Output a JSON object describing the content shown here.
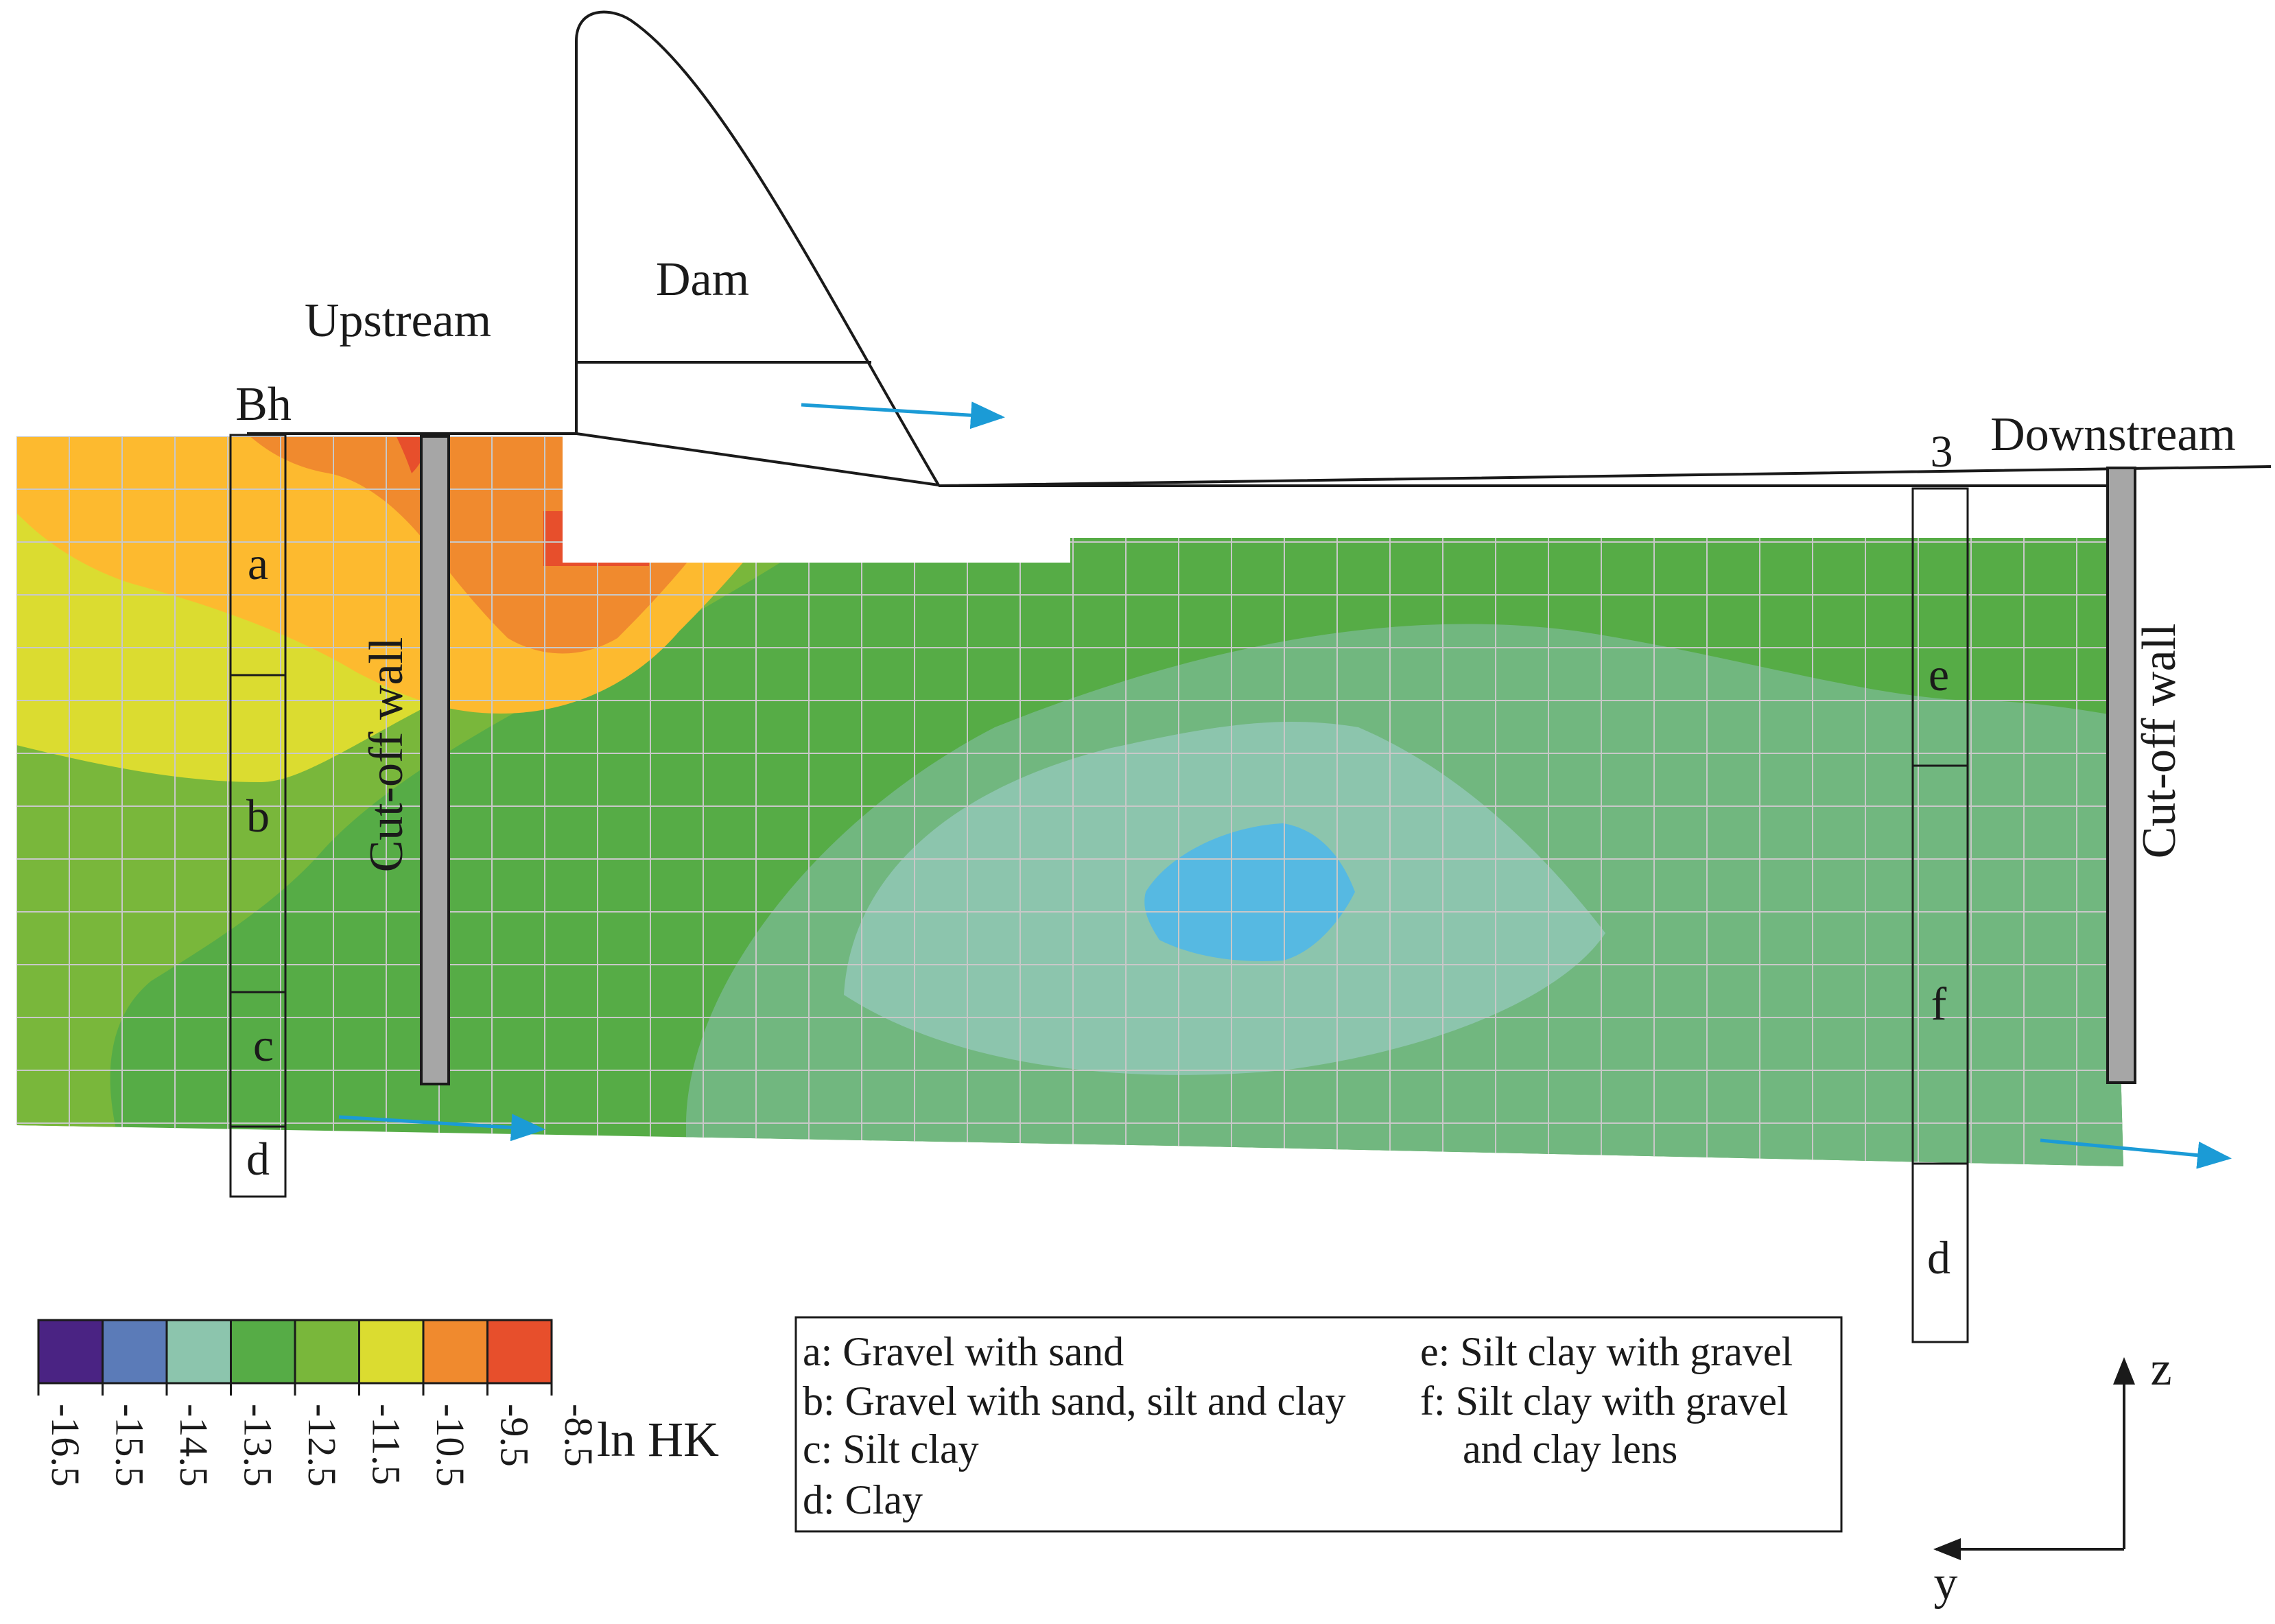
{
  "labels": {
    "dam": "Dam",
    "upstream": "Upstream",
    "downstream": "Downstream",
    "borehole_bh": "Bh",
    "borehole_3": "3",
    "cutoff_left": "Cut-off wall",
    "cutoff_right": "Cut-off wall",
    "axis_z": "z",
    "axis_y": "y"
  },
  "borehole_bh_layers": [
    "a",
    "b",
    "c",
    "d"
  ],
  "borehole_3_layers": [
    "e",
    "f",
    "d"
  ],
  "colorbar": {
    "label": "ln HK",
    "ticks": [
      "-16.5",
      "-15.5",
      "-14.5",
      "-13.5",
      "-12.5",
      "-11.5",
      "-10.5",
      "-9.5",
      "-8.5"
    ],
    "colors": [
      "#4a2383",
      "#5b7bb8",
      "#8cc5ad",
      "#56ac46",
      "#79b73b",
      "#dbdc30",
      "#f08a2e",
      "#e74f2c"
    ]
  },
  "legend": {
    "left": [
      "a: Gravel with sand",
      "b: Gravel with sand, silt and clay",
      "c: Silt clay",
      "d: Clay"
    ],
    "right": [
      "e: Silt clay with gravel",
      "f: Silt clay with gravel",
      "and clay lens"
    ]
  },
  "colors": {
    "flow_arrow": "#1b9bd6",
    "cutoff_wall": "#a6a6a6",
    "grid": "#c8c8c8"
  }
}
